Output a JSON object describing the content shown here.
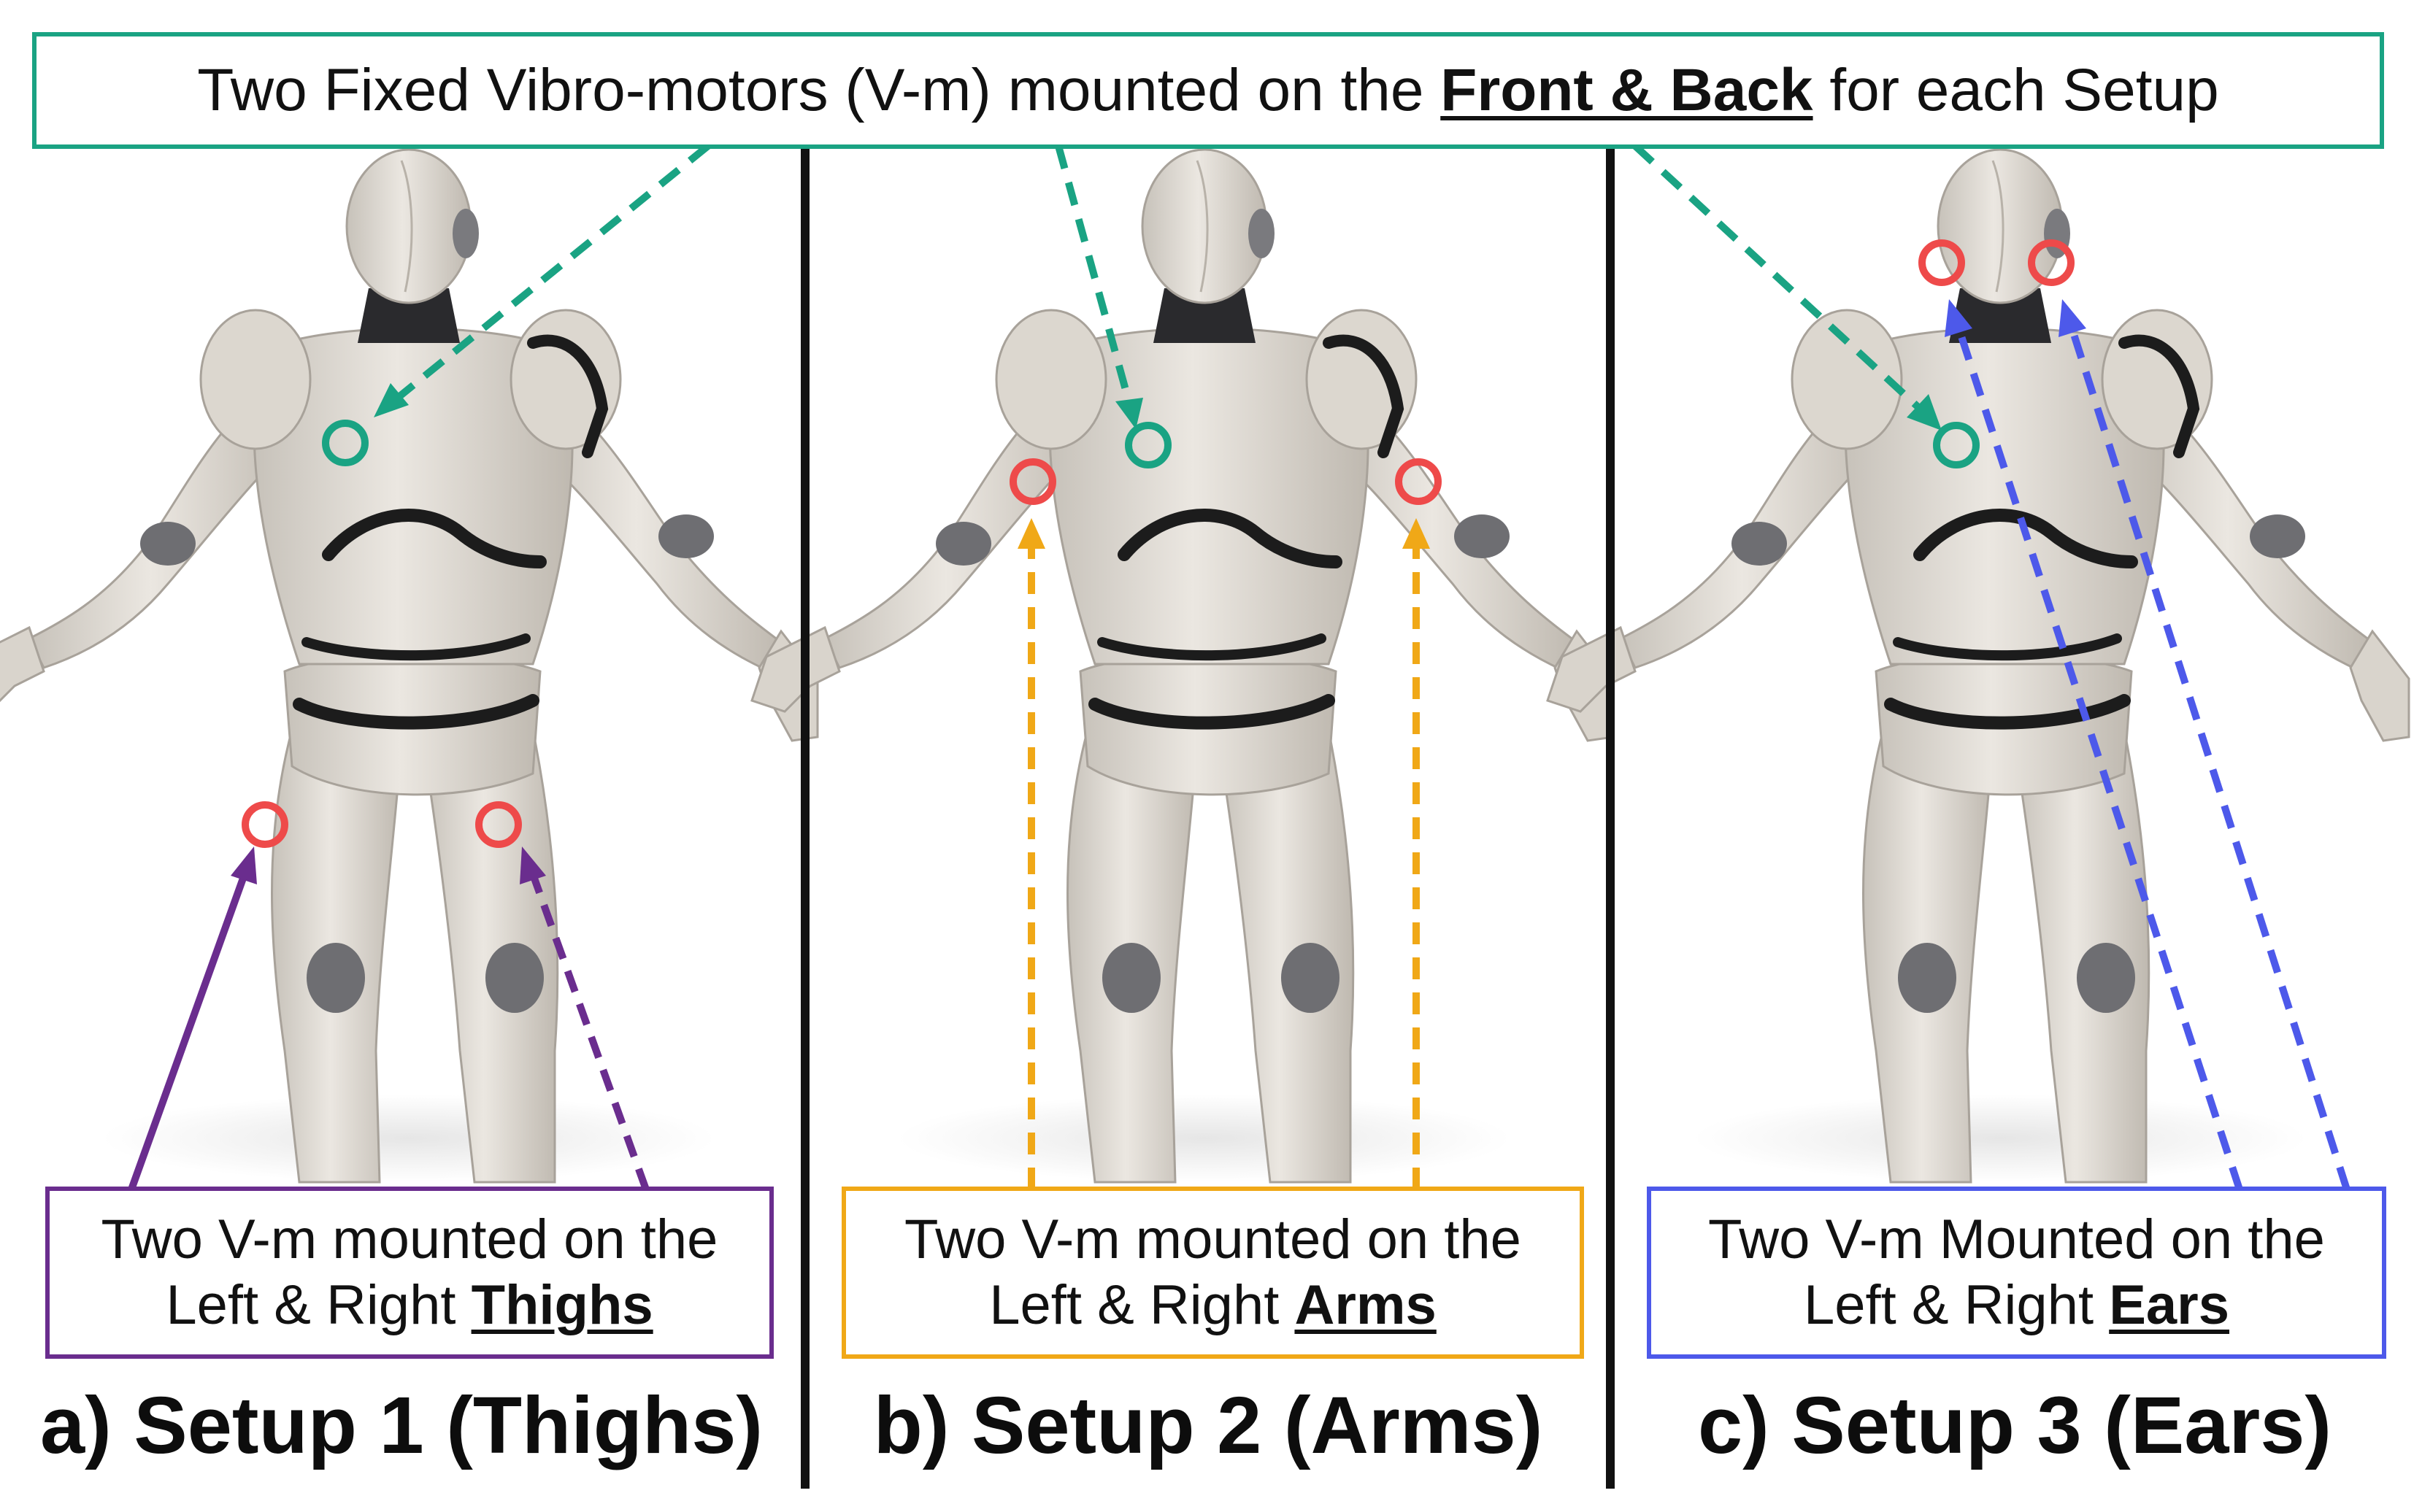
{
  "header": {
    "pre": "Two Fixed Vibro-motors (V-m) mounted on the ",
    "emph": "Front & Back",
    "post": " for each Setup"
  },
  "panels": [
    {
      "caption": "a) Setup 1 (Thighs)",
      "label_line1": "Two V-m mounted on the",
      "label_line2_pre": "Left & Right ",
      "label_line2_emph": "Thighs",
      "color": "#6a2d8e"
    },
    {
      "caption": "b) Setup 2 (Arms)",
      "label_line1": "Two V-m mounted on the",
      "label_line2_pre": "Left & Right ",
      "label_line2_emph": "Arms",
      "color": "#f0a817"
    },
    {
      "caption": "c) Setup 3 (Ears)",
      "label_line1": "Two V-m Mounted on the",
      "label_line2_pre": "Left & Right ",
      "label_line2_emph": "Ears",
      "color": "#4d59ea"
    }
  ],
  "colors": {
    "front_back_marker": "#1aa383",
    "placement_marker": "#ee4a4a",
    "divider": "#111111"
  }
}
